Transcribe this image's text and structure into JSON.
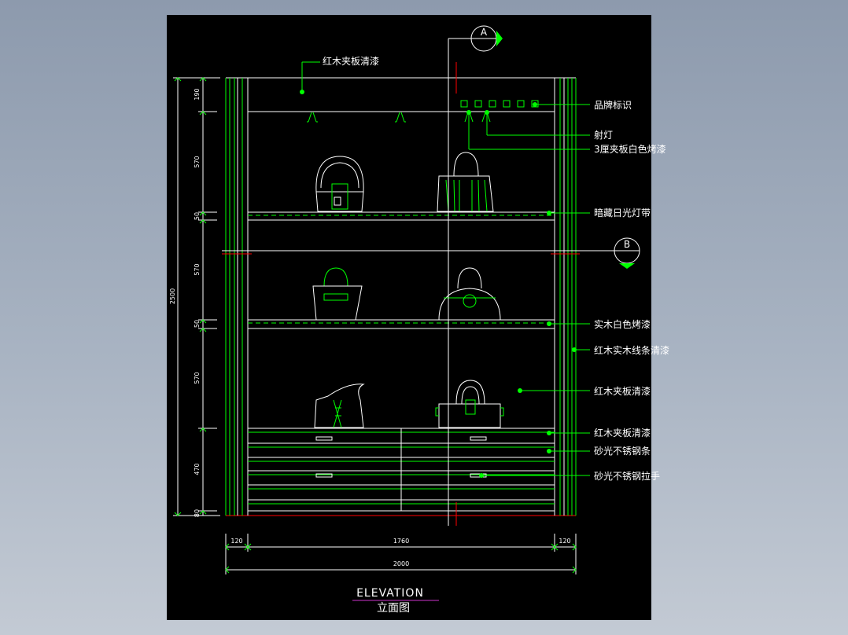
{
  "drawing": {
    "title": "ELEVATION",
    "subtitle": "立面图",
    "section_marks": [
      "A",
      "B"
    ]
  },
  "callouts": {
    "top_left": "红木夹板清漆",
    "right": [
      "品牌标识",
      "射灯",
      "3厘夹板白色烤漆",
      "暗藏日光灯带",
      "实木白色烤漆",
      "红木实木线条清漆",
      "红木夹板清漆",
      "红木夹板清漆",
      "砂光不锈钢条",
      "砂光不锈钢拉手"
    ]
  },
  "dimensions": {
    "vertical_total": "2500",
    "vertical": [
      "190",
      "570",
      "50",
      "570",
      "50",
      "570",
      "470",
      "80"
    ],
    "horizontal": [
      "120",
      "1760",
      "120"
    ],
    "horizontal_total": "2000"
  },
  "colors": {
    "background": "#000000",
    "linework": "#ffffff",
    "accent": "#00ff00",
    "centerline": "#ff0000",
    "title_underline": "#cc33cc"
  }
}
